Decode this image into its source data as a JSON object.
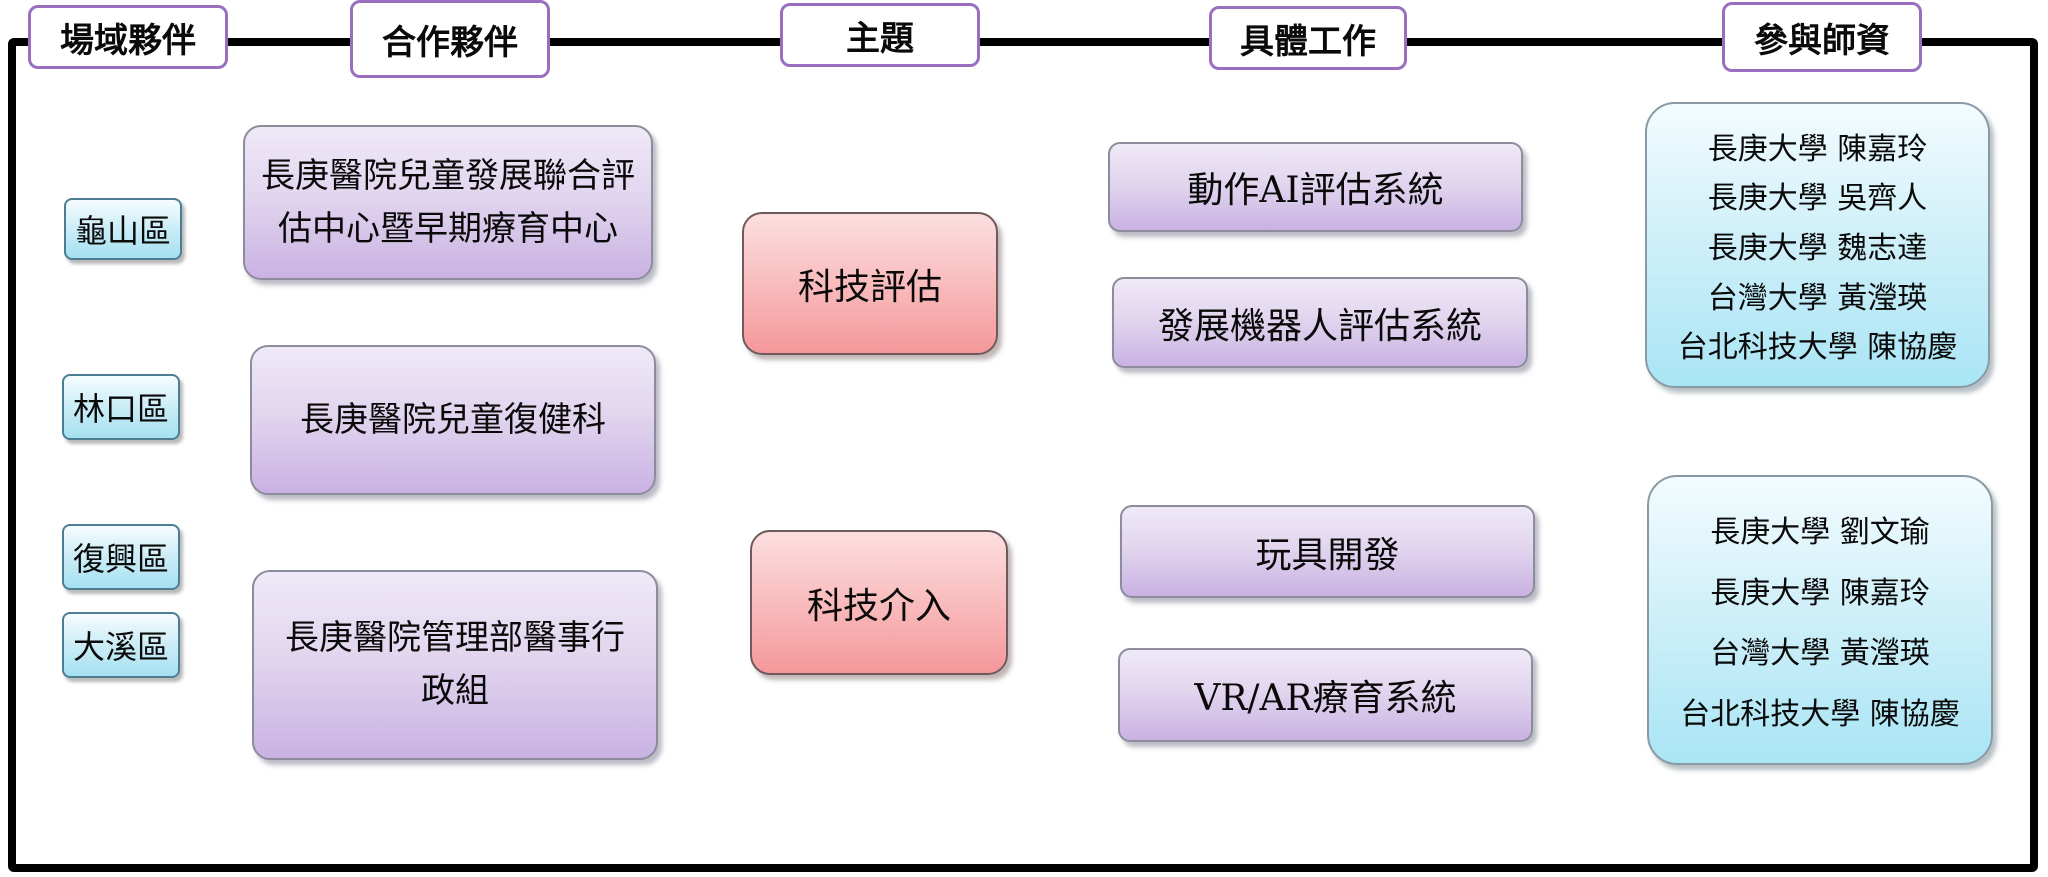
{
  "diagram": {
    "headers": [
      {
        "label": "場域夥伴"
      },
      {
        "label": "合作夥伴"
      },
      {
        "label": "主題"
      },
      {
        "label": "具體工作"
      },
      {
        "label": "參與師資"
      }
    ],
    "regions": [
      {
        "label": "龜山區"
      },
      {
        "label": "林口區"
      },
      {
        "label": "復興區"
      },
      {
        "label": "大溪區"
      }
    ],
    "partners": [
      {
        "label": "長庚醫院兒童發展聯合評估中心暨早期療育中心"
      },
      {
        "label": "長庚醫院兒童復健科"
      },
      {
        "label": "長庚醫院管理部醫事行政組"
      }
    ],
    "themes": [
      {
        "label": "科技評估"
      },
      {
        "label": "科技介入"
      }
    ],
    "tasks": [
      {
        "label": "動作AI評估系統"
      },
      {
        "label": "發展機器人評估系統"
      },
      {
        "label": "玩具開發"
      },
      {
        "label": "VR/AR療育系統"
      }
    ],
    "faculty_groups": [
      {
        "members": [
          "長庚大學 陳嘉玲",
          "長庚大學 吳齊人",
          "長庚大學 魏志達",
          "台灣大學 黃瀅瑛",
          "台北科技大學 陳協慶"
        ]
      },
      {
        "members": [
          "長庚大學 劉文瑜",
          "長庚大學 陳嘉玲",
          "台灣大學 黃瀅瑛",
          "台北科技大學 陳協慶"
        ]
      }
    ],
    "colors": {
      "frame": "#000000",
      "header_border": "#9a6fc0",
      "purple_box_top": "#efe9f7",
      "purple_box_bottom": "#c9b2e2",
      "red_box_top": "#fcdfe0",
      "red_box_bottom": "#f5979a",
      "cyan_badge_top": "#f6fdfe",
      "cyan_badge_bottom": "#a5e0f0",
      "cyan_panel_top": "#f3fcfe",
      "cyan_panel_bottom": "#a9e5f5"
    }
  }
}
